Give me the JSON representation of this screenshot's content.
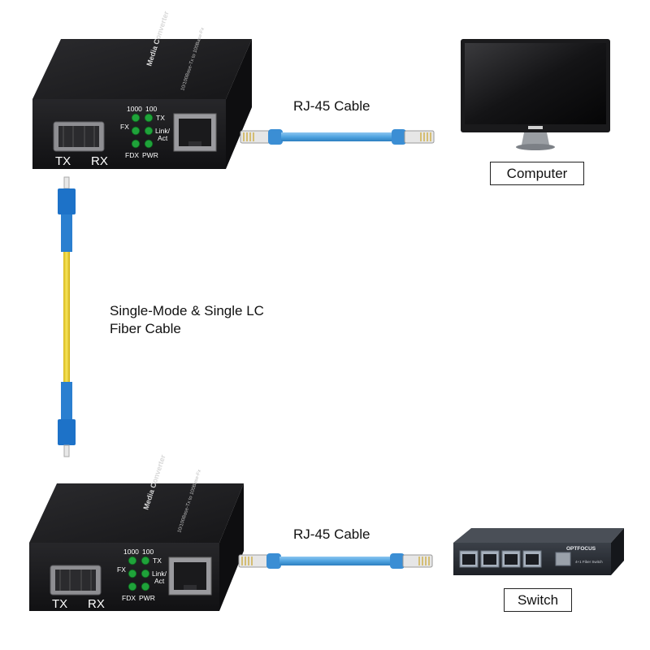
{
  "converter": {
    "brand_text": "Media Converter",
    "side_text": "10/100Base-Tx to 100Base-Fx",
    "port_labels": {
      "tx": "TX",
      "rx": "RX"
    },
    "led_labels": {
      "speed_1000": "1000",
      "speed_100": "100",
      "fx": "FX",
      "tx": "TX",
      "link": "Link/",
      "act": "Act",
      "fdx": "FDX",
      "pwr": "PWR"
    }
  },
  "cables": {
    "top_rj45_label": "RJ-45 Cable",
    "bottom_rj45_label": "RJ-45 Cable",
    "fiber_label_line1": "Single-Mode & Single LC",
    "fiber_label_line2": "Fiber Cable"
  },
  "devices": {
    "computer_label": "Computer",
    "switch_label": "Switch",
    "switch_brand": "OPTFOCUS",
    "switch_model": "4+1 Fiber Switch"
  },
  "colors": {
    "converter_body": "#1c1c1e",
    "led_green": "#1fa33a",
    "rj45_cable": "#4fa3e0",
    "fiber_cable": "#f0d233",
    "lc_connector": "#1d72c8"
  }
}
